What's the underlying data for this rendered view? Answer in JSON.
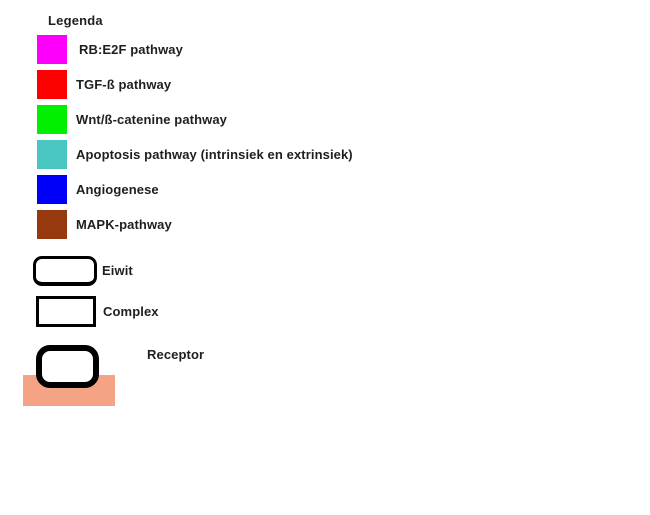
{
  "legend": {
    "title": "Legenda",
    "text_color": "#1f1f1f",
    "items": [
      {
        "label": "RB:E2F pathway",
        "color": "#fc00fc"
      },
      {
        "label": "TGF-ß pathway",
        "color": "#fa0000"
      },
      {
        "label": "Wnt/ß-catenine pathway",
        "color": "#00f000"
      },
      {
        "label": "Apoptosis pathway (intrinsiek en extrinsiek)",
        "color": "#49c6c1"
      },
      {
        "label": "Angiogenese",
        "color": "#0000f8"
      },
      {
        "label": "MAPK-pathway",
        "color": "#96390f"
      }
    ],
    "shapes": [
      {
        "label": "Eiwit",
        "type": "rounded-rectangle-outline"
      },
      {
        "label": "Complex",
        "type": "rectangle-outline"
      },
      {
        "label": "Receptor",
        "type": "thick-rounded-rectangle-outline"
      }
    ],
    "membrane_color": "#f5a385",
    "shape_outline_color": "#000000"
  }
}
